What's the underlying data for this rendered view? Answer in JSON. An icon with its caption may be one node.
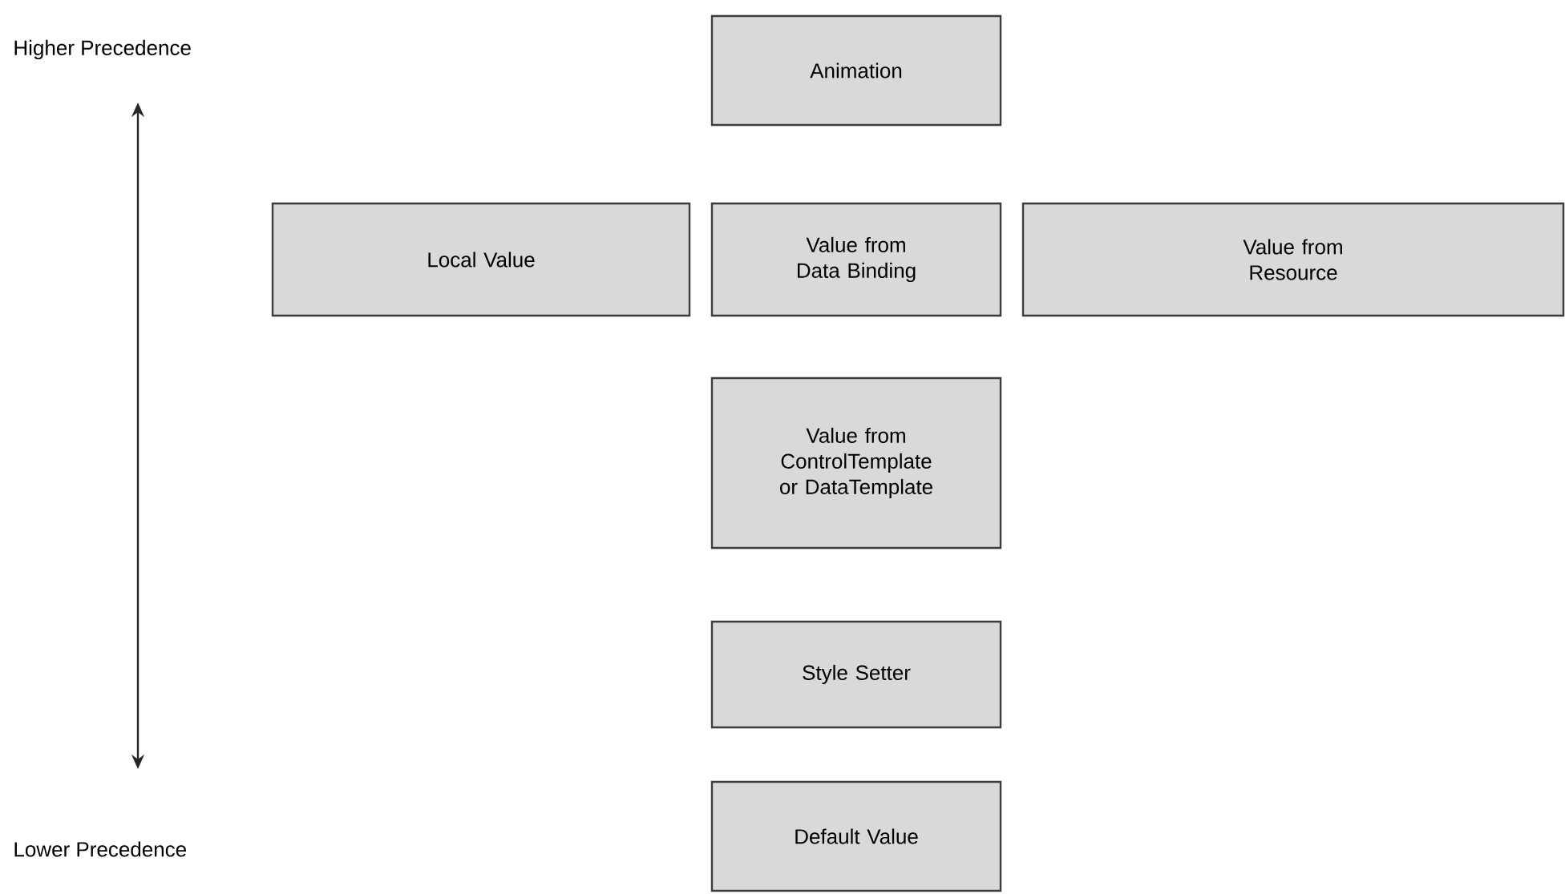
{
  "diagram": {
    "nodes": [
      {
        "text": [
          "Animation"
        ]
      },
      {
        "text": [
          "Local Value"
        ]
      },
      {
        "text": [
          "Value from Data Binding"
        ]
      },
      {
        "text": [
          "Value from Resource"
        ]
      },
      {
        "text": [
          "Value from ControlTemplate or DataTemplate"
        ]
      },
      {
        "text": [
          "Style Setter"
        ]
      },
      {
        "text": [
          "Default Value"
        ]
      }
    ],
    "labels": [
      "Higher Precedence",
      "Lower Precedence"
    ]
  }
}
